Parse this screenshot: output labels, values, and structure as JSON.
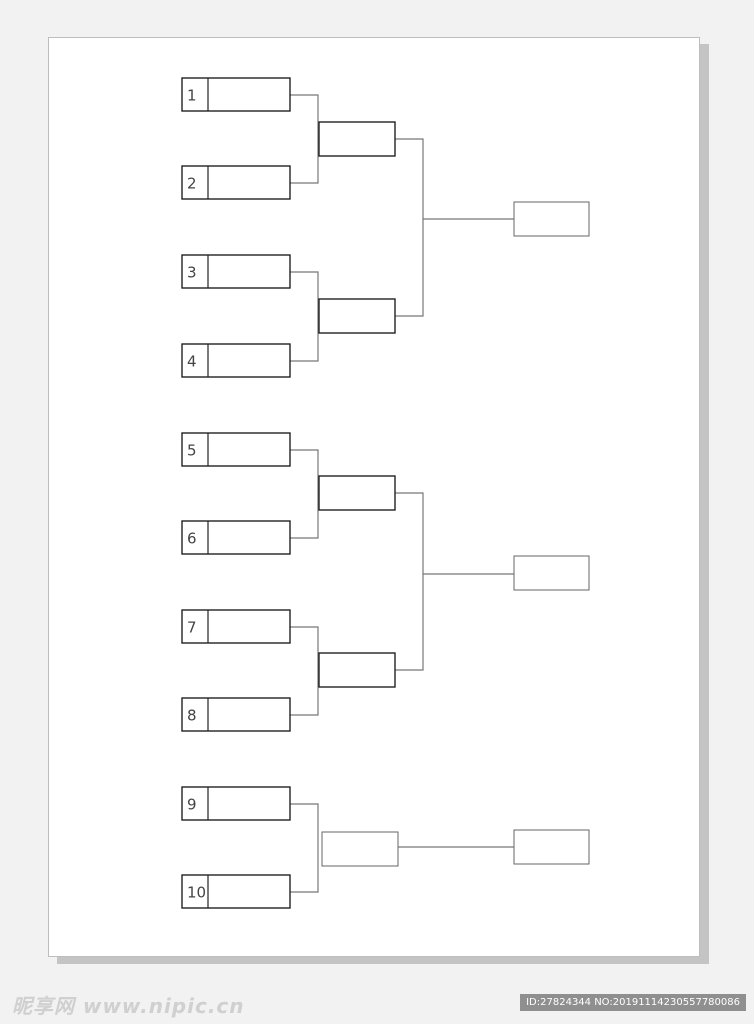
{
  "bracket": {
    "seeds": [
      "1",
      "2",
      "3",
      "4",
      "5",
      "6",
      "7",
      "8",
      "9",
      "10"
    ]
  },
  "footer": {
    "watermark": "昵享网 www.nipic.cn",
    "id_text": "ID:27824344 NO:20191114230557780086"
  },
  "colors": {
    "page_background": "#f2f2f2",
    "paper": "#ffffff",
    "paper_shadow": "#c4c4c4",
    "box_stroke": "#222222",
    "connector_stroke": "#777777",
    "badge": "#8f8f8f"
  }
}
